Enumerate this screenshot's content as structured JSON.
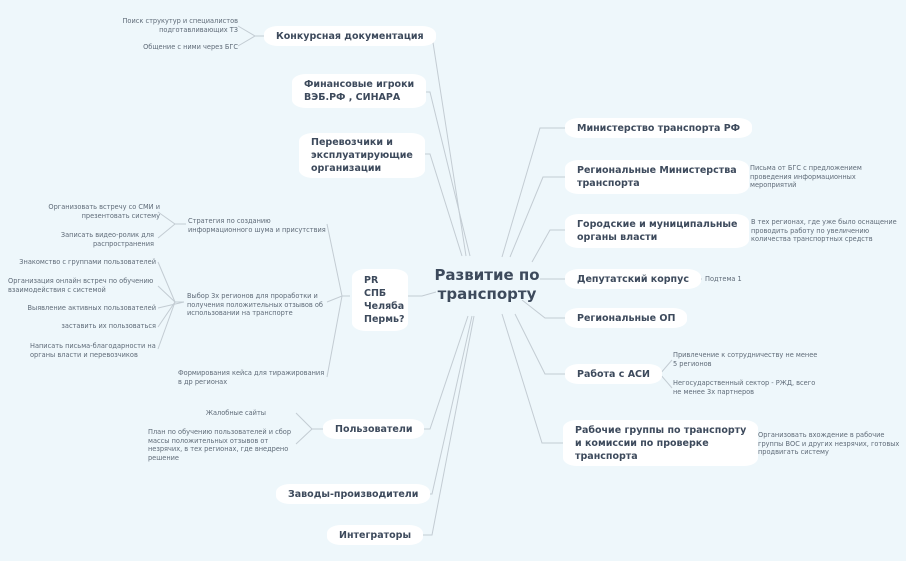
{
  "central_topic": "Развитие по\nтранспорту",
  "left_branches": [
    {
      "label": "Конкурсная документация",
      "children": [
        "Поиск струкутур и специалистов\nподготавливающих ТЗ",
        "Общение с ними через БГС"
      ]
    },
    {
      "label": "Финансовые игроки\nВЭБ.РФ , СИНАРА",
      "children": []
    },
    {
      "label": "Перевозчики и\nэксплуатирующие\nорганизации",
      "children": []
    },
    {
      "label": "PR\nСПБ\nЧеляба\nПермь?",
      "children": [
        {
          "label": "Стратегия по созданию\nинформационного шума и присутствия",
          "children": [
            "Организовать встречу со СМИ и\nпрезентовать систему",
            "Записать видео-ролик для\nраспространения"
          ]
        },
        {
          "label": "Выбор 3х регионов для проработки и\nполучения положительных отзывов об\nиспользовании на транспорте",
          "children": [
            "Знакомство с группами пользователей",
            "Организация онлайн встреч по обучению\nвзаимодействия с системой",
            "Выявление активных пользователей",
            "заставить их пользоваться",
            "Написать письма-благодарности на\nорганы власти и перевозчиков"
          ]
        },
        {
          "label": "Формирования кейса для тиражирования\nв др регионах",
          "children": []
        }
      ]
    },
    {
      "label": "Пользователи",
      "children": [
        "Жалобные сайты",
        "План по обучению пользователей и сбор\nмассы положительных отзывов от\nнезрячих, в тех регионах, где внедрено\nрешение"
      ]
    },
    {
      "label": "Заводы-производители",
      "children": []
    },
    {
      "label": "Интеграторы",
      "children": []
    }
  ],
  "right_branches": [
    {
      "label": "Министерство транспорта РФ",
      "children": []
    },
    {
      "label": "Региональные Министерства\nтранспорта",
      "children": [
        "Письма от БГС с предложением\nпроведения информационных\nмероприятий"
      ]
    },
    {
      "label": "Городские и муниципальные\nорганы власти",
      "children": [
        "В тех регионах, где уже было оснащение\nпроводить работу по увеличению\nколичества транспортных средств"
      ]
    },
    {
      "label": "Депутатский корпус",
      "children": [
        "Подтема 1"
      ]
    },
    {
      "label": "Региональные ОП",
      "children": []
    },
    {
      "label": "Работа с АСИ",
      "children": [
        "Привлечение к сотрудничеству не менее\n5 регионов",
        "Негосударственный сектор - РЖД, всего\nне менее 3х партнеров"
      ]
    },
    {
      "label": "Рабочие группы по транспорту\nи комиссии по проверке\nтранспорта",
      "children": [
        "Организовать вхождение в рабочие\nгруппы ВОС и других незрячих, готовых\nпродвигать систему"
      ]
    }
  ],
  "colors": {
    "background": "#eef7fb",
    "node_fill": "#ffffff",
    "text": "#3d4a5c",
    "subtext": "#5f6b78",
    "line": "#c3ccd3"
  }
}
